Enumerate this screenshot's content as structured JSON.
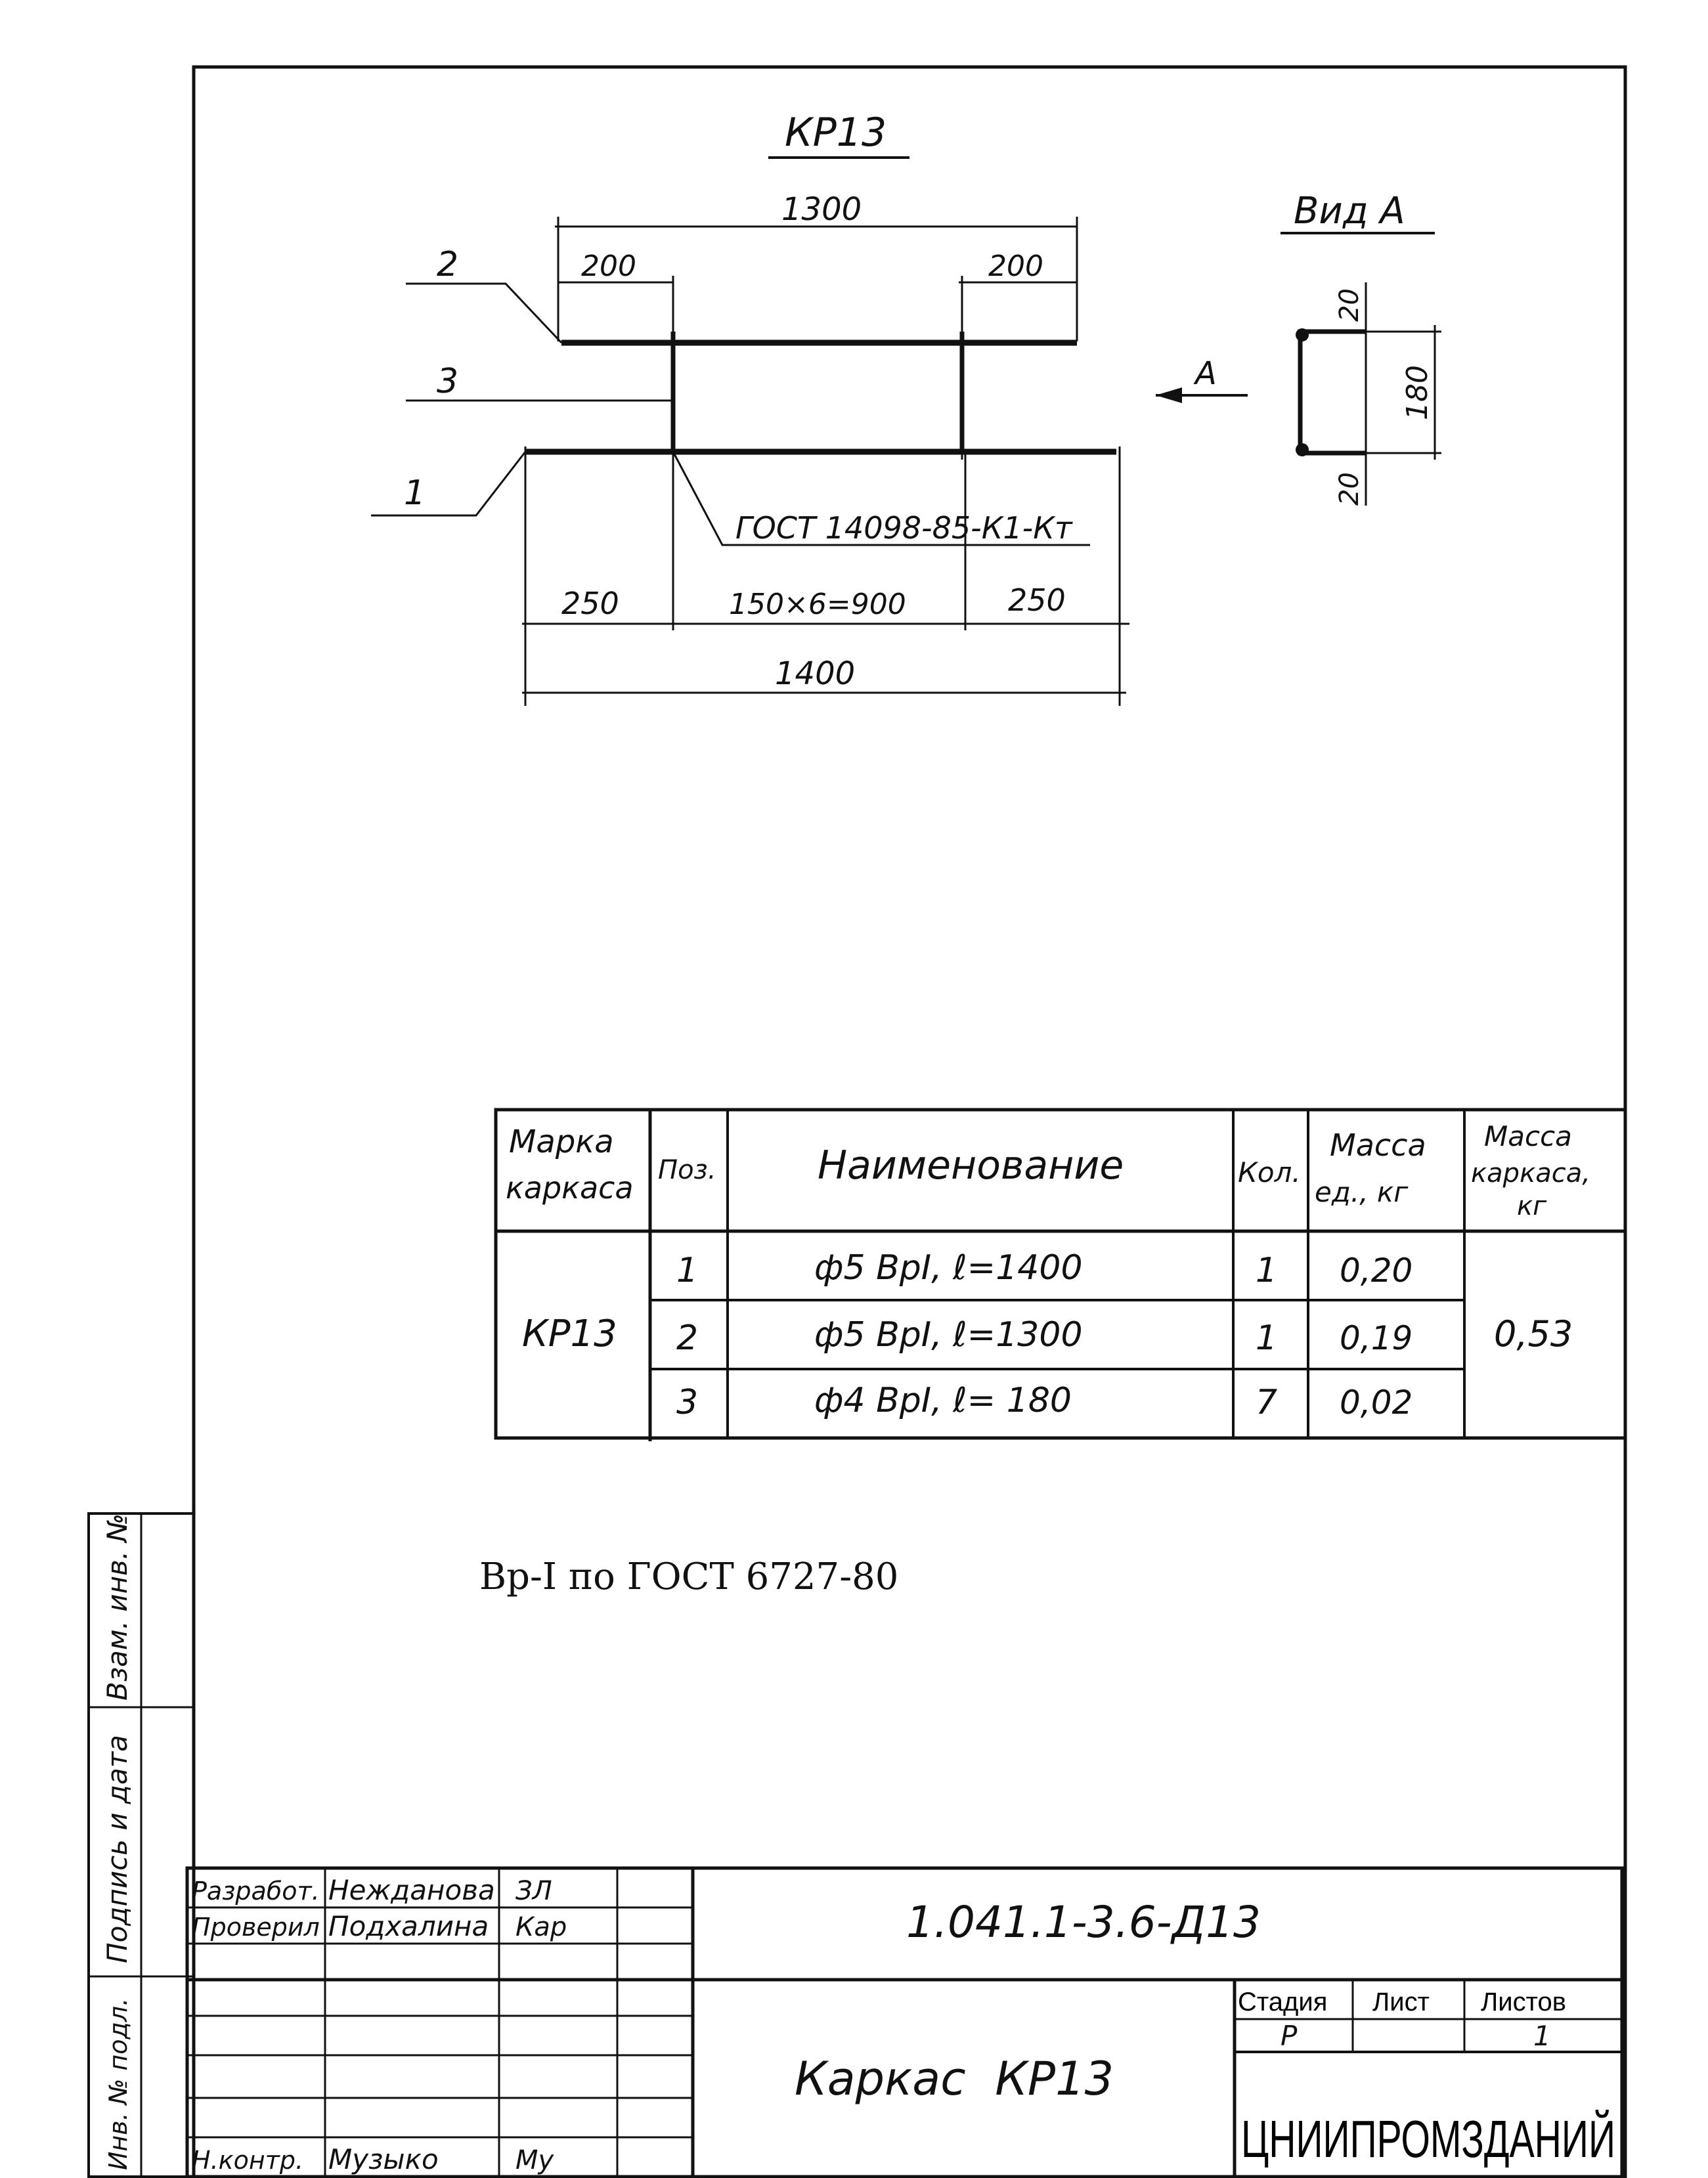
{
  "drawing": {
    "title": "КР13",
    "view_label": "Вид А",
    "arrow_label": "А",
    "callouts": [
      "1",
      "2",
      "3"
    ],
    "gost_weld": "ГОСТ 14098-85-К1-Кт",
    "dims": {
      "top_total": "1300",
      "top_left": "200",
      "top_right": "200",
      "bot_left": "250",
      "bot_mid": "150×6=900",
      "bot_right": "250",
      "bot_total": "1400",
      "view_top": "20",
      "view_height": "180",
      "view_bottom": "20"
    }
  },
  "spec_table": {
    "headers": {
      "mark": [
        "Марка",
        "каркаса"
      ],
      "pos": "Поз.",
      "name": "Наименование",
      "qty": "Кол.",
      "unit_mass": [
        "Масса",
        "ед., кг"
      ],
      "frame_mass": [
        "Масса",
        "каркаса,",
        "кг"
      ]
    },
    "mark": "КР13",
    "frame_mass": "0,53",
    "rows": [
      {
        "pos": "1",
        "name": "ф5 ВрI,  ℓ=1400",
        "qty": "1",
        "mass": "0,20"
      },
      {
        "pos": "2",
        "name": "ф5 ВрI,  ℓ=1300",
        "qty": "1",
        "mass": "0,19"
      },
      {
        "pos": "3",
        "name": "ф4 ВрI,  ℓ= 180",
        "qty": "7",
        "mass": "0,02"
      }
    ]
  },
  "note": "Вр-I по ГОСТ 6727-80",
  "side_stamp": {
    "inv_replace": "Взам. инв. №",
    "sign_date": "Подпись и дата",
    "inv_orig": "Инв. № подл."
  },
  "title_block": {
    "doc_code": "1.041.1-3.6-Д13",
    "sheet_title": "Каркас  КР13",
    "org": "ЦНИИПРОМЗДАНИЙ",
    "roles": [
      {
        "role": "Разработ.",
        "name": "Нежданова",
        "sign": "ЗЛ"
      },
      {
        "role": "Проверил",
        "name": "Подхалина",
        "sign": "Кар"
      },
      {
        "role": "Н.контр.",
        "name": "Музыко",
        "sign": "Му"
      }
    ],
    "stage_header": "Стадия",
    "sheet_header": "Лист",
    "sheets_header": "Листов",
    "stage": "Р",
    "sheet": "",
    "sheets": "1"
  }
}
